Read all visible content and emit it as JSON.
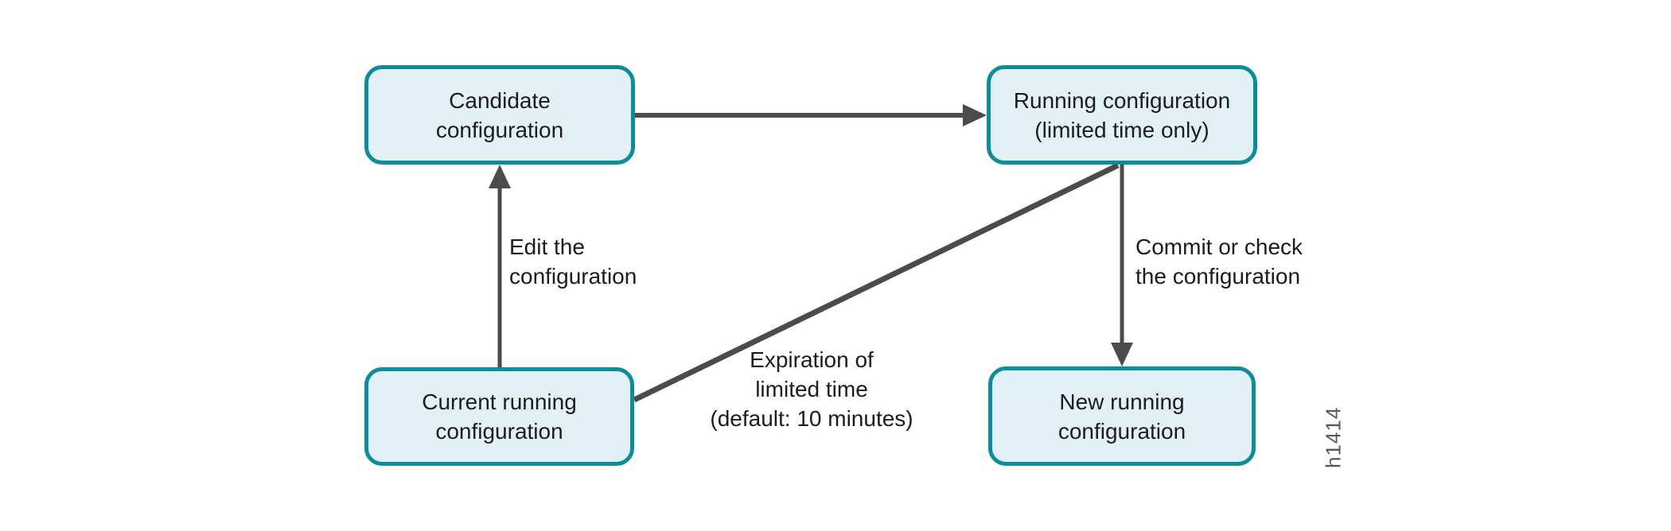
{
  "diagram": {
    "nodes": {
      "candidate": {
        "label": "Candidate\nconfiguration"
      },
      "running_limited": {
        "label": "Running configuration\n(limited time only)"
      },
      "current_running": {
        "label": "Current running\nconfiguration"
      },
      "new_running": {
        "label": "New running\nconfiguration"
      }
    },
    "edge_labels": {
      "edit": "Edit the\nconfiguration",
      "commit": "Commit or check\nthe configuration",
      "expiration": "Expiration of\nlimited time\n(default: 10 minutes)"
    },
    "edges": [
      {
        "from": "candidate",
        "to": "running_limited",
        "type": "arrow",
        "label": ""
      },
      {
        "from": "current_running",
        "to": "candidate",
        "type": "arrow",
        "label": "edit"
      },
      {
        "from": "running_limited",
        "to": "new_running",
        "type": "arrow",
        "label": "commit"
      },
      {
        "from": "running_limited",
        "to": "current_running",
        "type": "line",
        "label": "expiration"
      }
    ],
    "watermark": "h1414",
    "colors": {
      "node_fill": "#e2f1f6",
      "node_border": "#0d8c9b",
      "connector": "#4b4b4b",
      "text": "#1c1c1c",
      "watermark_text": "#56585a"
    }
  }
}
